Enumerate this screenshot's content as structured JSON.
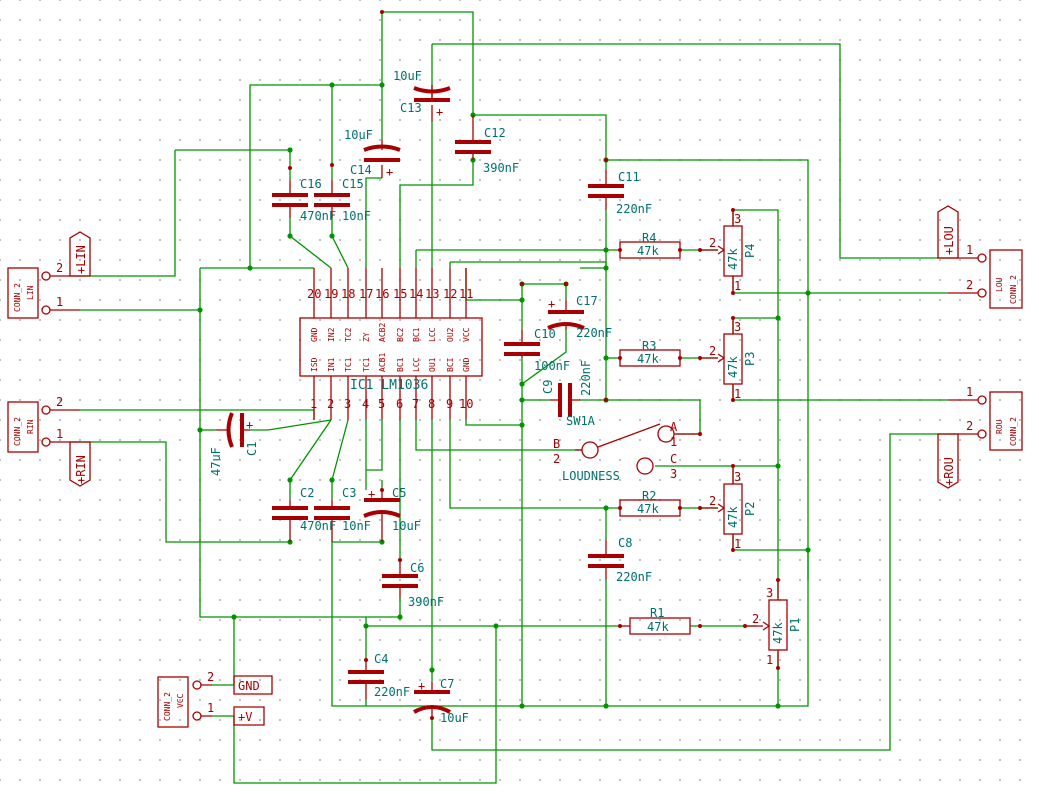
{
  "ic1": {
    "label": "IC1 LM1036",
    "top_pin_numbers": [
      "20",
      "19",
      "18",
      "17",
      "16",
      "15",
      "14",
      "13",
      "12",
      "11"
    ],
    "bottom_pin_numbers": [
      "1",
      "2",
      "3",
      "4",
      "5",
      "6",
      "7",
      "8",
      "9",
      "10"
    ],
    "top_pin_names": [
      "GND",
      "IN2",
      "TC2",
      "ZY",
      "ACB2",
      "BC2",
      "BC1",
      "LCC",
      "OU2",
      "VCC"
    ],
    "bottom_pin_names": [
      "ISD",
      "IN1",
      "TC1",
      "TC1",
      "ACB1",
      "BC1",
      "LCC",
      "OU1",
      "BCI",
      "GND"
    ]
  },
  "components": {
    "C1": {
      "ref": "C1",
      "value": "47uF"
    },
    "C2": {
      "ref": "C2",
      "value": "470nF"
    },
    "C3": {
      "ref": "C3",
      "value": "10nF"
    },
    "C4": {
      "ref": "C4",
      "value": "220nF"
    },
    "C5": {
      "ref": "C5",
      "value": "10uF"
    },
    "C6": {
      "ref": "C6",
      "value": "390nF"
    },
    "C7": {
      "ref": "C7",
      "value": "10uF"
    },
    "C8": {
      "ref": "C8",
      "value": "220nF"
    },
    "C9": {
      "ref": "C9",
      "value": "220nF"
    },
    "C10": {
      "ref": "C10",
      "value": "100nF"
    },
    "C11": {
      "ref": "C11",
      "value": "220nF"
    },
    "C12": {
      "ref": "C12",
      "value": "390nF"
    },
    "C13": {
      "ref": "C13",
      "value": "10uF"
    },
    "C14": {
      "ref": "C14",
      "value": "10uF"
    },
    "C15": {
      "ref": "C15",
      "value": "10nF"
    },
    "C16": {
      "ref": "C16",
      "value": "470nF"
    },
    "C17": {
      "ref": "C17",
      "value": "220nF"
    },
    "R1": {
      "ref": "R1",
      "value": "47k"
    },
    "R2": {
      "ref": "R2",
      "value": "47k"
    },
    "R3": {
      "ref": "R3",
      "value": "47k"
    },
    "R4": {
      "ref": "R4",
      "value": "47k"
    },
    "P1": {
      "ref": "P1",
      "value": "47k"
    },
    "P2": {
      "ref": "P2",
      "value": "47k"
    },
    "P3": {
      "ref": "P3",
      "value": "47k"
    },
    "P4": {
      "ref": "P4",
      "value": "47k"
    }
  },
  "switch": {
    "ref": "SW1A",
    "name": "LOUDNESS",
    "letter_a": "A",
    "letter_b": "B",
    "letter_c": "C"
  },
  "connectors": {
    "LIN": {
      "type": "CONN_2",
      "name": "LIN"
    },
    "RIN": {
      "type": "CONN_2",
      "name": "RIN"
    },
    "VCC": {
      "type": "CONN_2",
      "name": "VCC"
    },
    "LOU": {
      "type": "CONN_2",
      "name": "LOU"
    },
    "ROU": {
      "type": "CONN_2",
      "name": "ROU"
    }
  },
  "nets": {
    "lin": "+LIN",
    "rin": "+RIN",
    "gnd": "GND",
    "v": "+V",
    "lou": "+LOU",
    "rou": "+ROU"
  },
  "pins": {
    "one": "1",
    "two": "2",
    "three": "3"
  },
  "marks": {
    "plus": "+"
  },
  "colors": {
    "wire": "#009400",
    "component": "#a80000",
    "label": "#007070"
  }
}
